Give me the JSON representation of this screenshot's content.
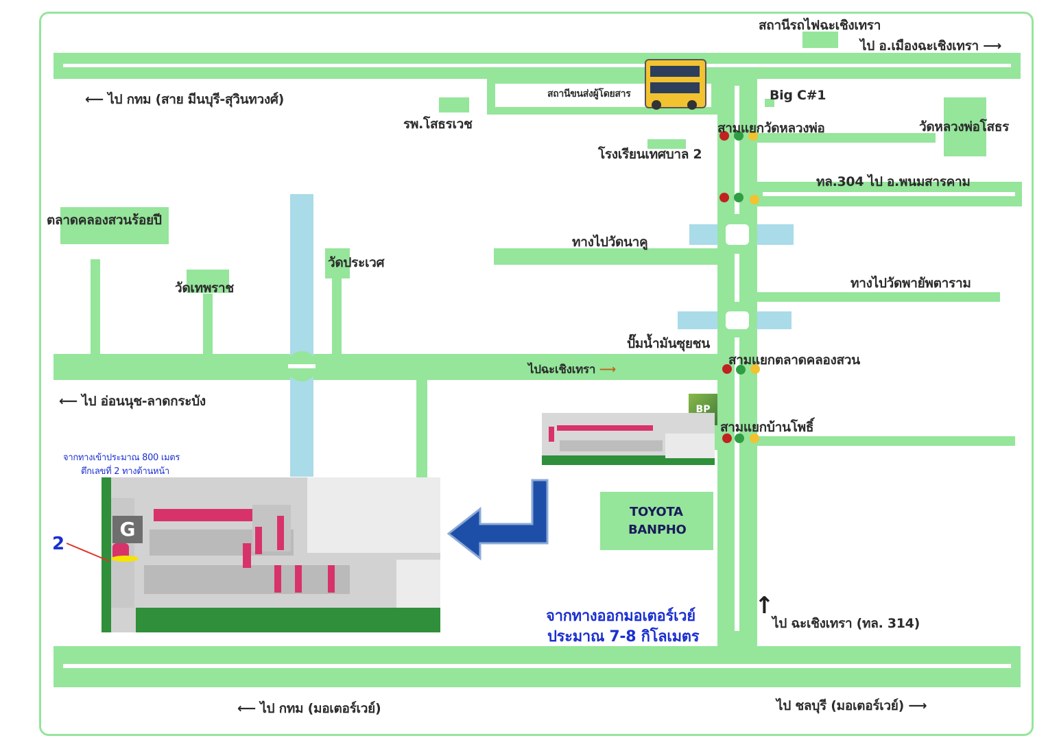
{
  "labels": {
    "train_station": "สถานีรถไฟฉะเชิงเทรา",
    "to_chachoengsao_city": "ไป อ.เมืองฉะเชิงเทรา",
    "to_bkk_top": "ไป กทม (สาย มีนบุรี-สุวินทวงศ์)",
    "bus_terminal": "สถานีขนส่งผู้โดยสาร",
    "big_c": "Big C#1",
    "hospital": "รพ.โสธรเวช",
    "junction_wat_luang_pho": "สามแยกวัดหลวงพ่อ",
    "wat_luang_pho_sothon": "วัดหลวงพ่อโสธร",
    "municipal_school": "โรงเรียนเทศบาล 2",
    "route_304": "ทล.304  ไป อ.พนมสารคาม",
    "market_100yrs": "ตลาดคลองสวนร้อยปี",
    "to_wat_na_khu": "ทางไปวัดนาคู",
    "wat_prawet": "วัดประเวศ",
    "wat_thep_rat": "วัดเทพราช",
    "to_wat_phayat": "ทางไปวัดพายัพตาราม",
    "gas_station": "ปั๊มน้ำมันซุยชน",
    "junction_klong_suan": "สามแยกตลาดคลองสวน",
    "to_chachoengsao_mid": "ไปฉะเชิงเทรา",
    "to_onnut": "ไป อ่อนนุช-ลาดกระบัง",
    "junction_ban_pho": "สามแยกบ้านโพธิ์",
    "entrance_note_1": "จากทางเข้าประมาณ 800 เมตร",
    "entrance_note_2": "ตึกเลขที่ 2 ทางด้านหน้า",
    "building_number": "2",
    "g_marker": "G",
    "toyota_1": "TOYOTA",
    "toyota_2": "BANPHO",
    "motorway_note_1": "จากทางออกมอเตอร์เวย์",
    "motorway_note_2": "ประมาณ 7-8 กิโลเมตร",
    "to_chachoengsao_314": "ไป ฉะเชิงเทรา (ทล. 314)",
    "to_bkk_motorway": "ไป กทม (มอเตอร์เวย์)",
    "to_chonburi_motorway": "ไป ชลบุรี (มอเตอร์เวย์)",
    "bp_logo": "BP"
  },
  "colors": {
    "road": "#95e59b",
    "water": "#a9dbe8",
    "note_blue": "#1a2fd0",
    "arrow_blue": "#1e4fa8",
    "site_pink": "#d8326a"
  }
}
